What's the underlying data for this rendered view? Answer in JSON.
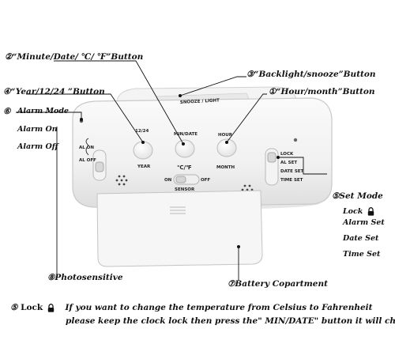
{
  "callouts": {
    "c1": {
      "num": "①",
      "text": "“Hour/month”Button"
    },
    "c2": {
      "num": "②",
      "text": "“Minute/Date/ ℃/ ℉”Button"
    },
    "c3": {
      "num": "③",
      "text": "“Backlight/snooze”Button"
    },
    "c4": {
      "num": "④",
      "text": "“Year/12/24 ”Button"
    },
    "c5": {
      "num": "⑤",
      "text": "Set Mode"
    },
    "c6": {
      "num": "⑥",
      "text": "Alarm Mode"
    },
    "c7": {
      "num": "⑦",
      "text": "Battery Copartment"
    },
    "c8": {
      "num": "⑧",
      "text": "Photosensitive"
    }
  },
  "alarm_mode": [
    "Alarm On",
    "Alarm Off"
  ],
  "set_mode": [
    "Lock",
    "Alarm Set",
    "Date Set",
    "Time Set"
  ],
  "device": {
    "top_label": "SNOOZE / LIGHT",
    "btn_left_top": "12/24",
    "btn_left_bottom": "YEAR",
    "btn_mid_top": "MIN/DATE",
    "btn_right_top": "HOUR",
    "btn_right_bottom": "MONTH",
    "temp_symbol": "℃/℉",
    "sensor_on": "ON",
    "sensor_off": "OFF",
    "sensor_label": "SENSOR",
    "left_switch": [
      "AL ON",
      "AL OFF"
    ],
    "right_switch": [
      "LOCK",
      "AL SET",
      "DATE SET",
      "TIME SET"
    ]
  },
  "footnote": {
    "num": "⑤",
    "prefix": "Lock",
    "line1": "If you want to change the temperature from Celsius to Fahrenheit",
    "line2": "please keep the clock lock then press the\" MIN/DATE\" button it will change."
  }
}
